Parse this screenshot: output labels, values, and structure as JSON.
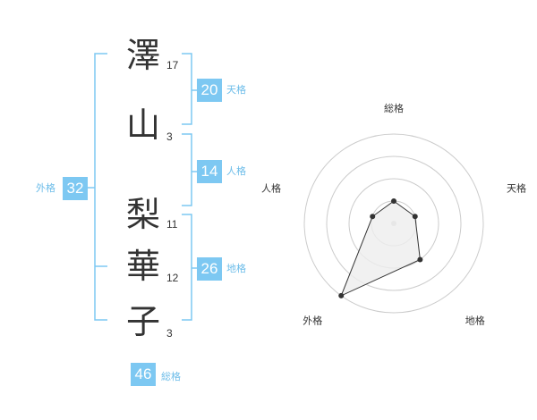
{
  "name": {
    "chars": [
      {
        "char": "澤",
        "strokes": "17"
      },
      {
        "char": "山",
        "strokes": "3"
      },
      {
        "char": "梨",
        "strokes": "11"
      },
      {
        "char": "華",
        "strokes": "12"
      },
      {
        "char": "子",
        "strokes": "3"
      }
    ]
  },
  "fortune": {
    "ten": {
      "value": "20",
      "label": "天格"
    },
    "jin": {
      "value": "14",
      "label": "人格"
    },
    "chi": {
      "value": "26",
      "label": "地格"
    },
    "gai": {
      "value": "32",
      "label": "外格"
    },
    "sou": {
      "value": "46",
      "label": "総格"
    }
  },
  "chart_data": {
    "type": "radar",
    "axes": [
      "総格",
      "天格",
      "地格",
      "外格",
      "人格"
    ],
    "rings": 4,
    "values": [
      1,
      1,
      2,
      4,
      1
    ],
    "max": 4,
    "colors": {
      "fill": "#eeeeee",
      "line": "#333333",
      "ring": "#cccccc",
      "bracket": "#7dc8f2"
    }
  }
}
